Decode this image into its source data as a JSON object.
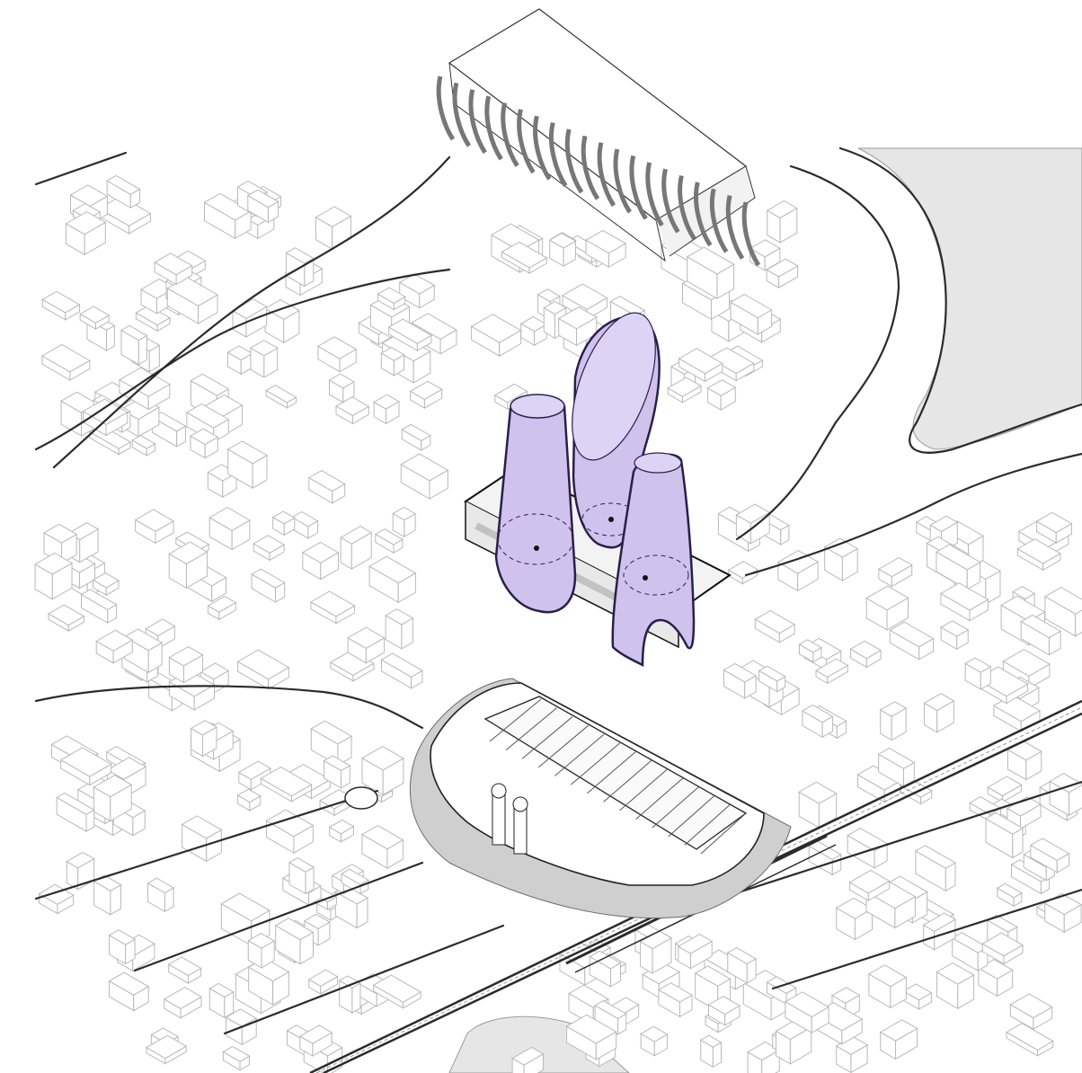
{
  "figure": {
    "kind": "axonometric-urban-diagram",
    "colors": {
      "background": "#ffffff",
      "building_stroke": "#b9b9b9",
      "road_stroke": "#2b2b2b",
      "river_fill": "#e6e6e6",
      "volume_fill": "#cfc3ee",
      "volume_stroke": "#2a1f4a",
      "plaza_fill": "#f3f3f3",
      "shadow_fill": "#cfcfcf"
    },
    "icons": [
      "train-shed",
      "stadium",
      "purple-tower-volumes",
      "railway-viaduct",
      "river"
    ]
  }
}
